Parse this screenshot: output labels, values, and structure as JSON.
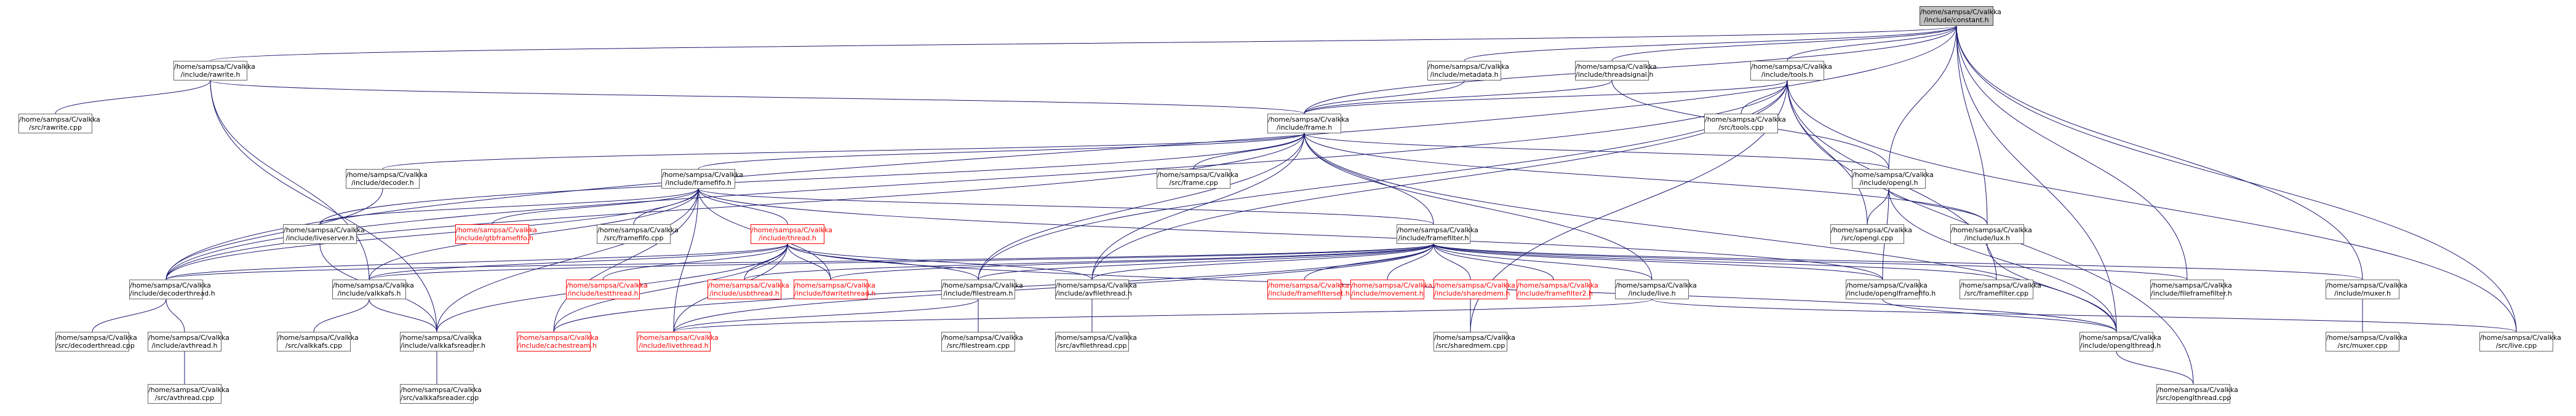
{
  "colors": {
    "edge": "#191970",
    "node_border": "#666666",
    "truncated_border": "#ff0000",
    "root_fill": "#bfbfbf"
  },
  "nodes": {
    "root": {
      "l1": "/home/sampsa/C/valkka",
      "l2": "/include/constant.h"
    },
    "rawrite": {
      "l1": "/home/sampsa/C/valkka",
      "l2": "/include/rawrite.h"
    },
    "metadata": {
      "l1": "/home/sampsa/C/valkka",
      "l2": "/include/metadata.h"
    },
    "threadsignal": {
      "l1": "/home/sampsa/C/valkka",
      "l2": "/include/threadsignal.h"
    },
    "toolsh": {
      "l1": "/home/sampsa/C/valkka",
      "l2": "/include/tools.h"
    },
    "rawritecpp": {
      "l1": "/home/sampsa/C/valkka",
      "l2": "/src/rawrite.cpp"
    },
    "frameh": {
      "l1": "/home/sampsa/C/valkka",
      "l2": "/include/frame.h"
    },
    "toolscpp": {
      "l1": "/home/sampsa/C/valkka",
      "l2": "/src/tools.cpp"
    },
    "decoderh": {
      "l1": "/home/sampsa/C/valkka",
      "l2": "/include/decoder.h"
    },
    "framefifoh": {
      "l1": "/home/sampsa/C/valkka",
      "l2": "/include/framefifo.h"
    },
    "framecpp": {
      "l1": "/home/sampsa/C/valkka",
      "l2": "/src/frame.cpp"
    },
    "openglh": {
      "l1": "/home/sampsa/C/valkka",
      "l2": "/include/opengl.h"
    },
    "liveserverh": {
      "l1": "/home/sampsa/C/valkka",
      "l2": "/include/liveserver.h"
    },
    "gtbframefifo": {
      "l1": "/home/sampsa/C/valkka",
      "l2": "/include/gtbframefifo.h"
    },
    "framefifocpp": {
      "l1": "/home/sampsa/C/valkka",
      "l2": "/src/framefifo.cpp"
    },
    "threadh": {
      "l1": "/home/sampsa/C/valkka",
      "l2": "/include/thread.h"
    },
    "framefilterh": {
      "l1": "/home/sampsa/C/valkka",
      "l2": "/include/framefilter.h"
    },
    "openglcpp": {
      "l1": "/home/sampsa/C/valkka",
      "l2": "/src/opengl.cpp"
    },
    "luxh": {
      "l1": "/home/sampsa/C/valkka",
      "l2": "/include/lux.h"
    },
    "decoderthreadh": {
      "l1": "/home/sampsa/C/valkka",
      "l2": "/include/decoderthread.h"
    },
    "valkkafsh": {
      "l1": "/home/sampsa/C/valkka",
      "l2": "/include/valkkafs.h"
    },
    "testthreadh": {
      "l1": "/home/sampsa/C/valkka",
      "l2": "/include/testthread.h"
    },
    "usbthreadh": {
      "l1": "/home/sampsa/C/valkka",
      "l2": "/include/usbthread.h"
    },
    "fdwritethreadh": {
      "l1": "/home/sampsa/C/valkka",
      "l2": "/include/fdwritethread.h"
    },
    "filestreamh": {
      "l1": "/home/sampsa/C/valkka",
      "l2": "/include/filestream.h"
    },
    "avfilethreadh": {
      "l1": "/home/sampsa/C/valkka",
      "l2": "/include/avfilethread.h"
    },
    "framefilterset": {
      "l1": "/home/sampsa/C/valkka",
      "l2": "/include/framefilterset.h"
    },
    "movementh": {
      "l1": "/home/sampsa/C/valkka",
      "l2": "/include/movement.h"
    },
    "sharedmemh": {
      "l1": "/home/sampsa/C/valkka",
      "l2": "/include/sharedmem.h"
    },
    "framefilter2h": {
      "l1": "/home/sampsa/C/valkka",
      "l2": "/include/framefilter2.h"
    },
    "liveh": {
      "l1": "/home/sampsa/C/valkka",
      "l2": "/include/live.h"
    },
    "openglframefifoh": {
      "l1": "/home/sampsa/C/valkka",
      "l2": "/include/openglframefifo.h"
    },
    "framefiltercpp": {
      "l1": "/home/sampsa/C/valkka",
      "l2": "/src/framefilter.cpp"
    },
    "fileframefilterh": {
      "l1": "/home/sampsa/C/valkka",
      "l2": "/include/fileframefilter.h"
    },
    "muxerh": {
      "l1": "/home/sampsa/C/valkka",
      "l2": "/include/muxer.h"
    },
    "decoderthreadcpp": {
      "l1": "/home/sampsa/C/valkka",
      "l2": "/src/decoderthread.cpp"
    },
    "avthreadh": {
      "l1": "/home/sampsa/C/valkka",
      "l2": "/include/avthread.h"
    },
    "valkkafscpp": {
      "l1": "/home/sampsa/C/valkka",
      "l2": "/src/valkkafs.cpp"
    },
    "valkkafsreaderh": {
      "l1": "/home/sampsa/C/valkka",
      "l2": "/include/valkkafsreader.h"
    },
    "cachestreamh": {
      "l1": "/home/sampsa/C/valkka",
      "l2": "/include/cachestream.h"
    },
    "livethreadh": {
      "l1": "/home/sampsa/C/valkka",
      "l2": "/include/livethread.h"
    },
    "filestreamcpp": {
      "l1": "/home/sampsa/C/valkka",
      "l2": "/src/filestream.cpp"
    },
    "avfilethreadcpp": {
      "l1": "/home/sampsa/C/valkka",
      "l2": "/src/avfilethread.cpp"
    },
    "sharedmemcpp": {
      "l1": "/home/sampsa/C/valkka",
      "l2": "/src/sharedmem.cpp"
    },
    "openglthreadh": {
      "l1": "/home/sampsa/C/valkka",
      "l2": "/include/openglthread.h"
    },
    "muxercpp": {
      "l1": "/home/sampsa/C/valkka",
      "l2": "/src/muxer.cpp"
    },
    "livecpp": {
      "l1": "/home/sampsa/C/valkka",
      "l2": "/src/live.cpp"
    },
    "avthreadcpp": {
      "l1": "/home/sampsa/C/valkka",
      "l2": "/src/avthread.cpp"
    },
    "valkkafsreadercpp": {
      "l1": "/home/sampsa/C/valkka",
      "l2": "/src/valkkafsreader.cpp"
    },
    "openglthreadcpp": {
      "l1": "/home/sampsa/C/valkka",
      "l2": "/src/openglthread.cpp"
    }
  }
}
